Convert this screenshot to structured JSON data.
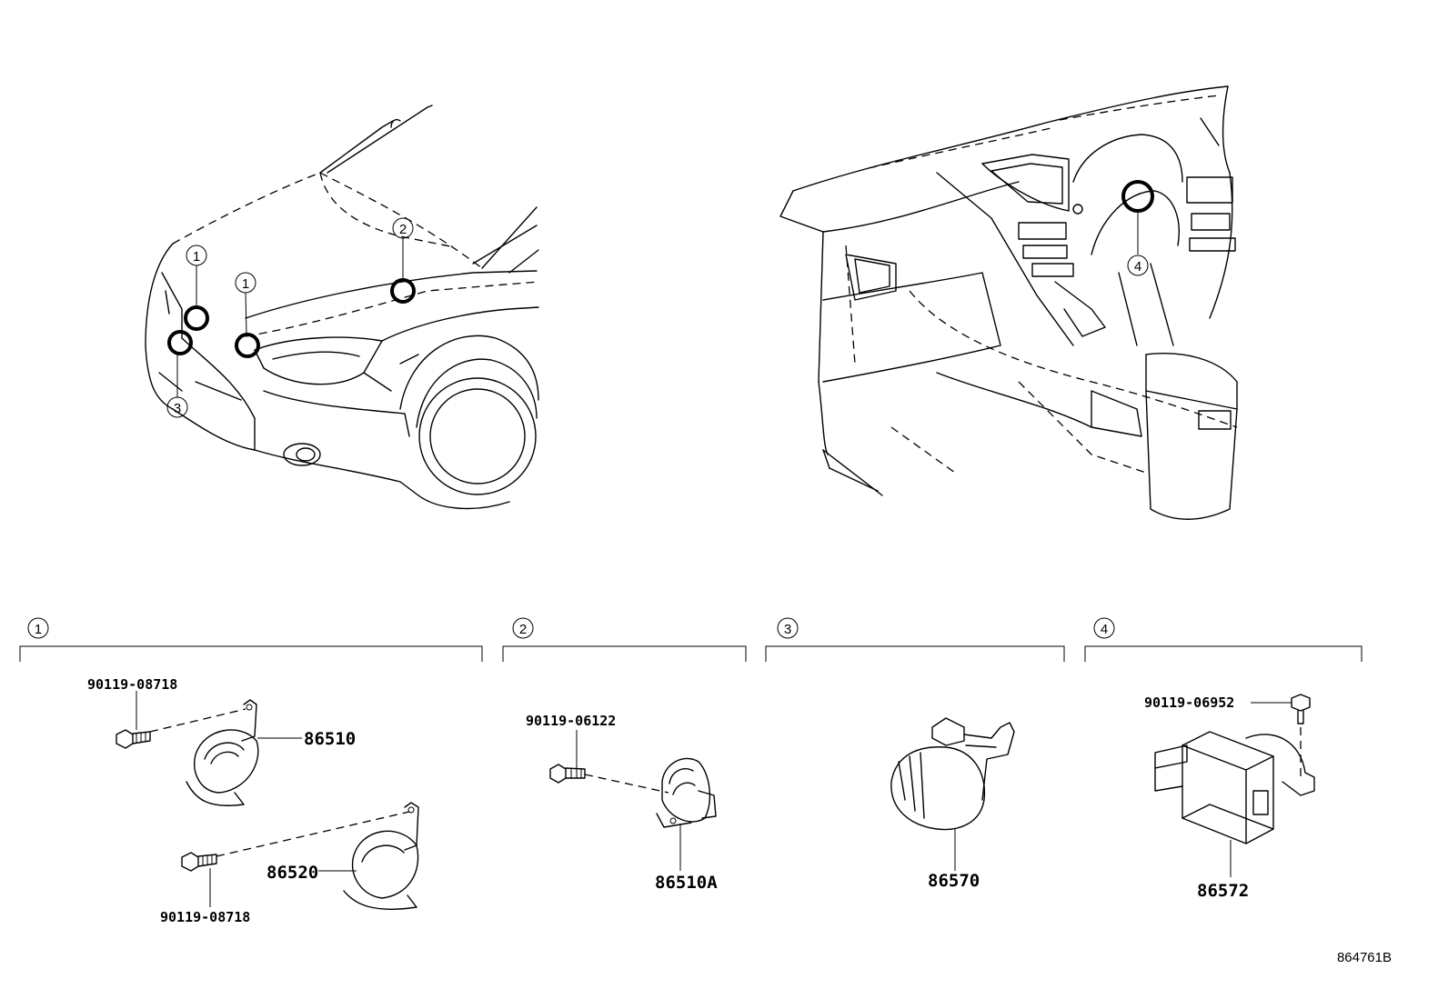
{
  "callouts": {
    "c1": "1",
    "c2": "2",
    "c3": "3",
    "c4": "4"
  },
  "groups": [
    {
      "label": "1"
    },
    {
      "label": "2"
    },
    {
      "label": "3"
    },
    {
      "label": "4"
    }
  ],
  "parts": {
    "bolt_upper": "90119-08718",
    "horn_high": "86510",
    "horn_low": "86520",
    "bolt_lower": "90119-08718",
    "bolt_g2": "90119-06122",
    "horn_g2": "86510A",
    "horn_g3": "86570",
    "bolt_g4": "90119-06952",
    "ecu_g4": "86572"
  },
  "illustration_id": "864761B"
}
